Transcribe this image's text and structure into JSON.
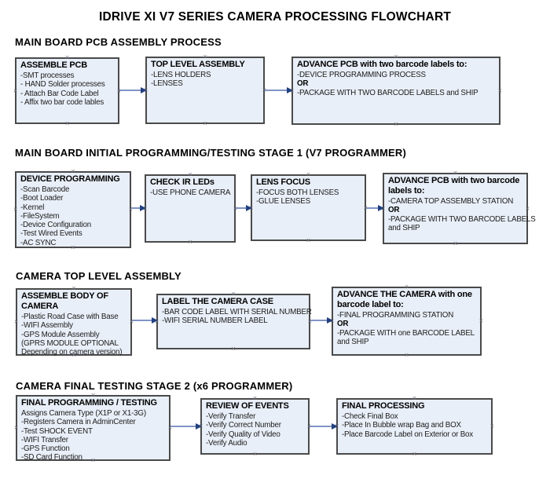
{
  "title": "IDRIVE XI V7 SERIES CAMERA PROCESSING FLOWCHART",
  "diagram": {
    "type": "flowchart",
    "connection_marker": "×",
    "colors": {
      "box_fill": "#e9eff8",
      "box_border": "#4a4a4a",
      "arrow_line": "#8094c4",
      "arrow_head": "#22407e",
      "text": "#000000"
    }
  },
  "sections": [
    {
      "heading": "MAIN BOARD PCB ASSEMBLY PROCESS",
      "boxes": [
        {
          "title": "ASSEMBLE PCB",
          "items": [
            " -SMT processes",
            "- HAND Solder processes",
            "- Attach Bar Code Label",
            "- Affix two bar code lables"
          ]
        },
        {
          "title": "TOP LEVEL ASSEMBLY",
          "items": [
            "-LENS HOLDERS",
            "-LENSES"
          ]
        },
        {
          "title": "ADVANCE PCB with two barcode labels to:",
          "items": [
            "-DEVICE PROGRAMMING PROCESS",
            {
              "text": "OR",
              "bold": true
            },
            "-PACKAGE WITH TWO BARCODE LABELS and SHIP"
          ]
        }
      ]
    },
    {
      "heading": "MAIN BOARD INITIAL PROGRAMMING/TESTING STAGE 1 (V7 PROGRAMMER)",
      "boxes": [
        {
          "title": "DEVICE PROGRAMMING",
          "items": [
            "-Scan Barcode",
            "-Boot Loader",
            "-Kernel",
            "-FileSystem",
            "-Device Configuration",
            "-Test Wired Events",
            "-AC SYNC"
          ]
        },
        {
          "title": "CHECK IR LEDs",
          "items": [
            "-USE PHONE CAMERA"
          ]
        },
        {
          "title": "LENS FOCUS",
          "items": [
            "-FOCUS BOTH LENSES",
            "-GLUE LENSES"
          ]
        },
        {
          "title": "ADVANCE PCB with two barcode labels to:",
          "items": [
            "-CAMERA TOP ASSEMBLY STATION",
            {
              "text": "OR",
              "bold": true
            },
            "-PACKAGE WITH TWO BARCODE LABELS",
            "and SHIP"
          ]
        }
      ]
    },
    {
      "heading": "CAMERA TOP LEVEL ASSEMBLY",
      "boxes": [
        {
          "title": "ASSEMBLE BODY OF CAMERA",
          "items": [
            "-Plastic Road Case with Base",
            "-WIFI Assembly",
            "-GPS Module Assembly",
            "(GPRS MODULE OPTIONAL",
            "Depending on camera version)"
          ]
        },
        {
          "title": "LABEL THE CAMERA CASE",
          "items": [
            "-BAR CODE LABEL WITH SERIAL NUMBER",
            "-WIFI SERIAL NUMBER LABEL"
          ]
        },
        {
          "title": "ADVANCE THE CAMERA with one barcode label to:",
          "items": [
            "-FINAL PROGRAMMING STATION",
            {
              "text": "OR",
              "bold": true
            },
            "-PACKAGE WITH one BARCODE LABEL",
            "and SHIP"
          ]
        }
      ]
    },
    {
      "heading": "CAMERA FINAL TESTING STAGE 2 (x6 PROGRAMMER)",
      "boxes": [
        {
          "title": "FINAL PROGRAMMING / TESTING",
          "items": [
            "Assigns Camera Type (X1P or X1-3G)",
            "-Registers Camera in AdminCenter",
            "-Test SHOCK EVENT",
            "-WIFI Transfer",
            "-GPS Function",
            "-SD Card Function"
          ]
        },
        {
          "title": "REVIEW OF EVENTS",
          "items": [
            "-Verify Transfer",
            "-Verify Correct Number",
            "-Verify Quality of Video",
            "-Verify Audio"
          ]
        },
        {
          "title": "FINAL PROCESSING",
          "items": [
            " -Check Final Box",
            "-Place In Bubble wrap Bag and BOX",
            "-Place Barcode Label on Exterior or Box"
          ]
        }
      ]
    }
  ]
}
